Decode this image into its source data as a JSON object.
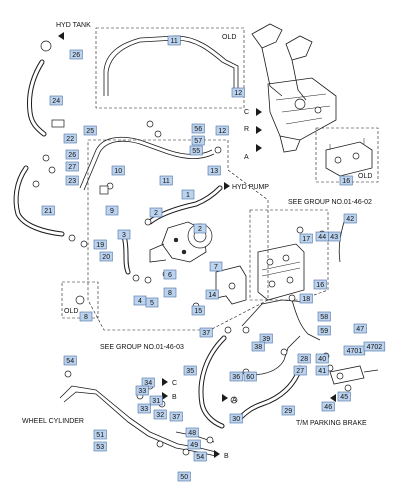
{
  "captions": {
    "hyd_tank": "HYD TANK",
    "hyd_pump": "HYD PUMP",
    "see_group_top": "SEE GROUP NO.01-46-02",
    "see_group_bottom": "SEE GROUP NO.01-46-03",
    "wheel_cylinder": "WHEEL CYLINDER",
    "tm_parking_brake": "T/M PARKING BRAKE",
    "old_top": "OLD",
    "old_right": "OLD",
    "old_left": "OLD",
    "letter_c_top": "C",
    "letter_r": "R",
    "letter_a_top": "A",
    "letter_c_mid": "C",
    "letter_b_mid": "B",
    "letter_a_mid": "A",
    "letter_b_bottom": "B"
  },
  "callouts": [
    {
      "id": "c26",
      "text": "26"
    },
    {
      "id": "c24",
      "text": "24"
    },
    {
      "id": "c25",
      "text": "25"
    },
    {
      "id": "c22",
      "text": "22"
    },
    {
      "id": "c26b",
      "text": "26"
    },
    {
      "id": "c27",
      "text": "27"
    },
    {
      "id": "c23",
      "text": "23"
    },
    {
      "id": "c21",
      "text": "21"
    },
    {
      "id": "c19",
      "text": "19"
    },
    {
      "id": "c20",
      "text": "20"
    },
    {
      "id": "c3",
      "text": "3"
    },
    {
      "id": "c4",
      "text": "4"
    },
    {
      "id": "c5",
      "text": "5"
    },
    {
      "id": "c6",
      "text": "6"
    },
    {
      "id": "c8",
      "text": "8"
    },
    {
      "id": "c9",
      "text": "9"
    },
    {
      "id": "c10",
      "text": "10"
    },
    {
      "id": "c11",
      "text": "11"
    },
    {
      "id": "c11top",
      "text": "11"
    },
    {
      "id": "c12top",
      "text": "12"
    },
    {
      "id": "c12",
      "text": "12"
    },
    {
      "id": "c13",
      "text": "13"
    },
    {
      "id": "c56",
      "text": "56"
    },
    {
      "id": "c57",
      "text": "57"
    },
    {
      "id": "c55",
      "text": "55"
    },
    {
      "id": "c1",
      "text": "1"
    },
    {
      "id": "c2",
      "text": "2"
    },
    {
      "id": "c2b",
      "text": "2"
    },
    {
      "id": "c7",
      "text": "7"
    },
    {
      "id": "c16",
      "text": "16"
    },
    {
      "id": "c16b",
      "text": "16"
    },
    {
      "id": "c17",
      "text": "17"
    },
    {
      "id": "c18",
      "text": "18"
    },
    {
      "id": "c42",
      "text": "42"
    },
    {
      "id": "c43",
      "text": "43"
    },
    {
      "id": "c44",
      "text": "44"
    },
    {
      "id": "c14",
      "text": "14"
    },
    {
      "id": "c15",
      "text": "15"
    },
    {
      "id": "c58",
      "text": "58"
    },
    {
      "id": "c59",
      "text": "59"
    },
    {
      "id": "c47",
      "text": "47"
    },
    {
      "id": "c4701",
      "text": "4701"
    },
    {
      "id": "c4702",
      "text": "4702"
    },
    {
      "id": "c40",
      "text": "40"
    },
    {
      "id": "c41",
      "text": "41"
    },
    {
      "id": "c45",
      "text": "45"
    },
    {
      "id": "c46",
      "text": "46"
    },
    {
      "id": "c37",
      "text": "37"
    },
    {
      "id": "c39",
      "text": "39"
    },
    {
      "id": "c38",
      "text": "38"
    },
    {
      "id": "c35",
      "text": "35"
    },
    {
      "id": "c36",
      "text": "36"
    },
    {
      "id": "c60",
      "text": "60"
    },
    {
      "id": "c27b",
      "text": "27"
    },
    {
      "id": "c28",
      "text": "28"
    },
    {
      "id": "c29",
      "text": "29"
    },
    {
      "id": "c54",
      "text": "54"
    },
    {
      "id": "c34",
      "text": "34"
    },
    {
      "id": "c33",
      "text": "33"
    },
    {
      "id": "c30",
      "text": "30"
    },
    {
      "id": "c31",
      "text": "31"
    },
    {
      "id": "c32",
      "text": "32"
    },
    {
      "id": "c37b",
      "text": "37"
    },
    {
      "id": "c33b",
      "text": "33"
    },
    {
      "id": "c51",
      "text": "51"
    },
    {
      "id": "c53",
      "text": "53"
    },
    {
      "id": "c48",
      "text": "48"
    },
    {
      "id": "c49",
      "text": "49"
    },
    {
      "id": "c54b",
      "text": "54"
    },
    {
      "id": "c50",
      "text": "50"
    },
    {
      "id": "c8b",
      "text": "8"
    }
  ]
}
